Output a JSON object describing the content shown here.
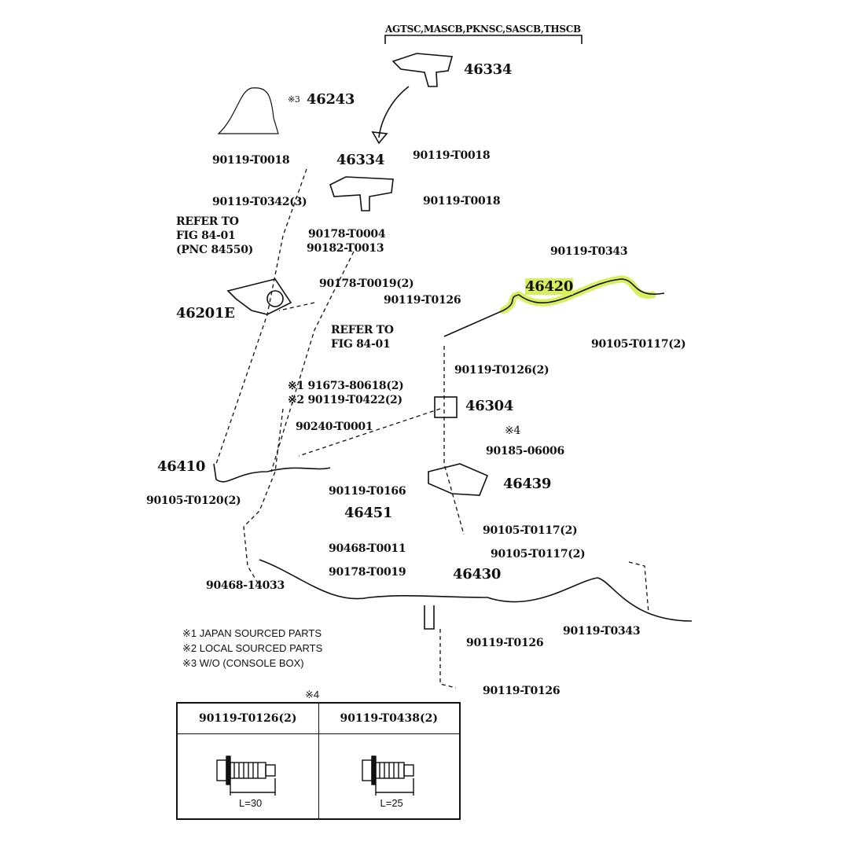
{
  "header": "AGTSC,MASCB,PKNSC,SASCB,THSCB",
  "labels": [
    "46334",
    "※3",
    "46243",
    "90119-T0018",
    "46334",
    "90119-T0018",
    "90119-T0342(3)",
    "90119-T0018",
    "REFER TO",
    "FIG 84-01",
    "(PNC 84550)",
    "90178-T0004",
    "90182-T0013",
    "90178-T0019(2)",
    "46201E",
    "REFER TO",
    "FIG 84-01",
    "90119-T0343",
    "46420",
    "90119-T0126",
    "90105-T0117(2)",
    "90119-T0126(2)",
    "※1 91673-80618(2)",
    "※2 90119-T0422(2)",
    "46304",
    "90240-T0001",
    "※4",
    "90185-06006",
    "46410",
    "46439",
    "90105-T0120(2)",
    "90119-T0166",
    "46451",
    "90105-T0117(2)",
    "90468-T0011",
    "90105-T0117(2)",
    "90178-T0019",
    "46430",
    "90468-14033",
    "90119-T0343",
    "90119-T0126",
    "90119-T0126"
  ],
  "notes": [
    "※1  JAPAN SOURCED PARTS",
    "※2  LOCAL SOURCED PARTS",
    "※3 W/O (CONSOLE BOX)"
  ],
  "bolt_table": {
    "title": "※4",
    "columns": [
      {
        "part": "90119-T0126(2)",
        "length": "L=30"
      },
      {
        "part": "90119-T0438(2)",
        "length": "L=25"
      }
    ]
  },
  "highlight_color": "#d8f060"
}
